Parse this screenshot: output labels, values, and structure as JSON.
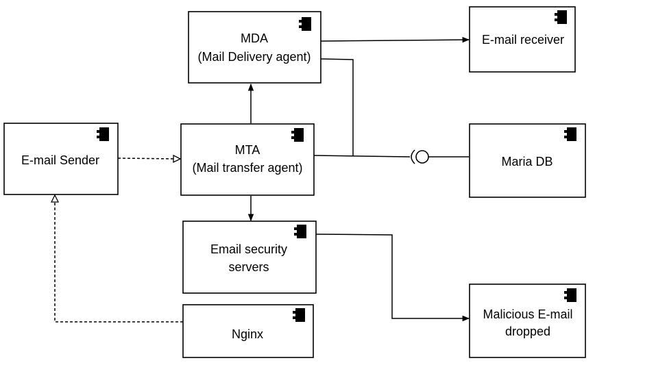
{
  "components": {
    "mda": {
      "line1": "MDA",
      "line2": "(Mail Delivery agent)",
      "icon": "component-icon"
    },
    "receiver": {
      "line1": "E-mail receiver",
      "icon": "component-icon"
    },
    "sender": {
      "line1": "E-mail Sender",
      "icon": "component-icon"
    },
    "mta": {
      "line1": "MTA",
      "line2": "(Mail transfer agent)",
      "icon": "component-icon"
    },
    "mariadb": {
      "line1": "Maria DB",
      "icon": "component-icon"
    },
    "security": {
      "line1": "Email security",
      "line2": "servers",
      "icon": "component-icon"
    },
    "nginx": {
      "line1": "Nginx",
      "icon": "component-icon"
    },
    "malicious": {
      "line1": "Malicious E-mail",
      "line2": "dropped",
      "icon": "component-icon"
    }
  },
  "colors": {
    "line": "#000000",
    "icon_stroke": "#1f3550",
    "background": "#ffffff"
  }
}
